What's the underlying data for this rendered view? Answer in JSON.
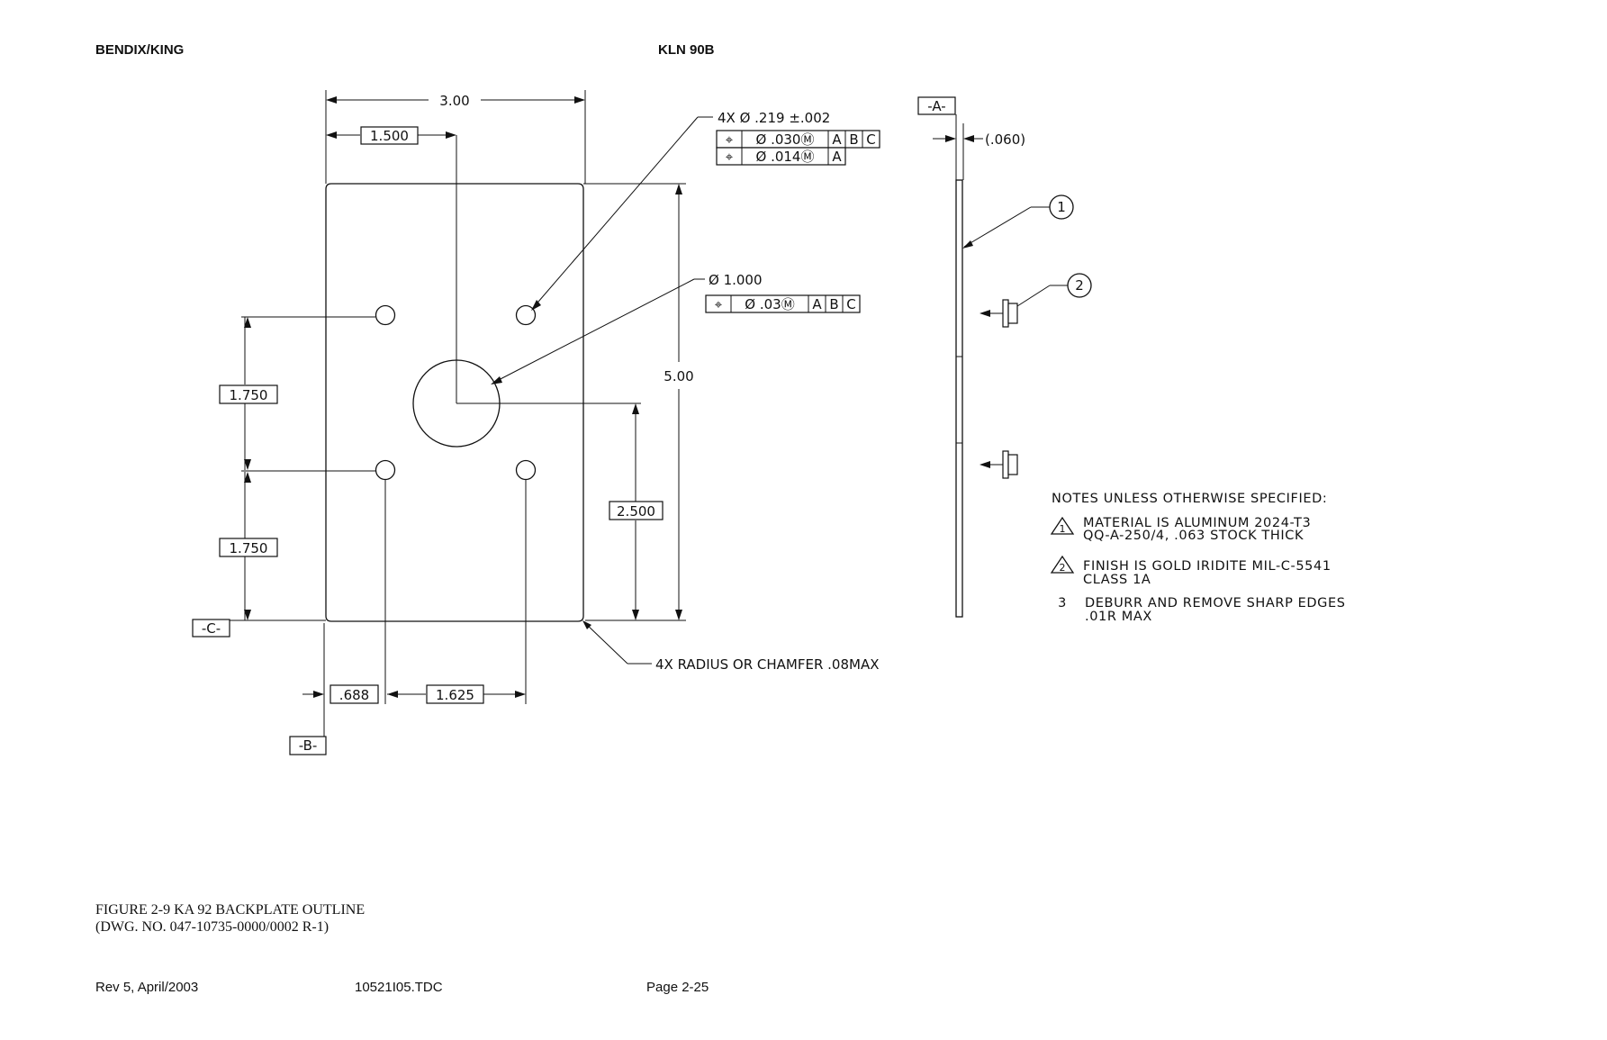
{
  "header": {
    "left": "BENDIX/KING",
    "center": "KLN 90B"
  },
  "drawing": {
    "dim_width": "3.00",
    "dim_1500": "1.500",
    "dim_height": "5.00",
    "dim_1750_a": "1.750",
    "dim_1750_b": "1.750",
    "dim_2500": "2.500",
    "dim_688": ".688",
    "dim_1625": "1.625",
    "datum_a": "-A-",
    "datum_b": "-B-",
    "datum_c": "-C-",
    "hole_callout": "4X  Ø  .219 ±.002",
    "fcf1": [
      "⌖",
      "Ø .030Ⓜ",
      "A",
      "B",
      "C"
    ],
    "fcf2": [
      "⌖",
      "Ø .014Ⓜ",
      "A"
    ],
    "center_hole_callout": "Ø  1.000",
    "fcf3": [
      "⌖",
      "Ø .03Ⓜ",
      "A",
      "B",
      "C"
    ],
    "radius_note": "4X RADIUS OR CHAMFER .08MAX",
    "thickness": "(.060)",
    "balloon_1": "1",
    "balloon_2": "2"
  },
  "notes": {
    "title": "NOTES UNLESS OTHERWISE SPECIFIED:",
    "items": [
      {
        "marker": "1",
        "line1": "MATERIAL IS ALUMINUM 2024-T3",
        "line2": "QQ-A-250/4, .063 STOCK THICK"
      },
      {
        "marker": "2",
        "line1": "FINISH IS GOLD IRIDITE MIL-C-5541",
        "line2": "CLASS 1A"
      },
      {
        "marker": "3",
        "line1": "DEBURR AND REMOVE SHARP EDGES",
        "line2": ".01R MAX"
      }
    ]
  },
  "caption": {
    "line1": "FIGURE 2-9 KA 92 BACKPLATE OUTLINE",
    "line2": "(DWG. NO. 047-10735-0000/0002 R-1)"
  },
  "footer": {
    "rev": "Rev 5, April/2003",
    "doc": "10521I05.TDC",
    "page": "Page 2-25"
  }
}
